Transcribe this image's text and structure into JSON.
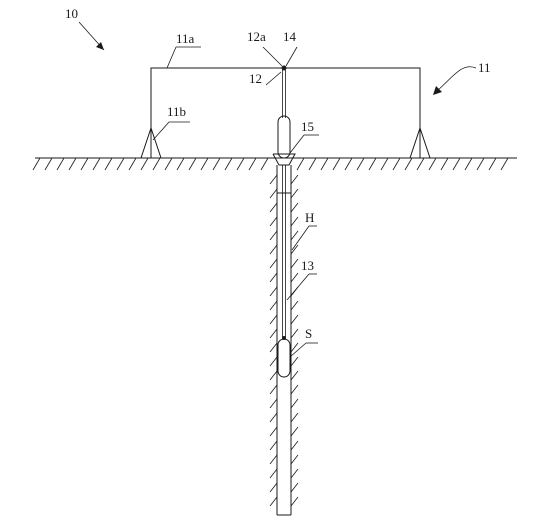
{
  "labels": {
    "assembly": "10",
    "frame": "11",
    "crossbeam": "11a",
    "leg": "11b",
    "pulley": "12",
    "pulley_top": "12a",
    "cable": "13",
    "clamp": "14",
    "casing_head": "15",
    "borehole": "H",
    "probe": "S"
  }
}
